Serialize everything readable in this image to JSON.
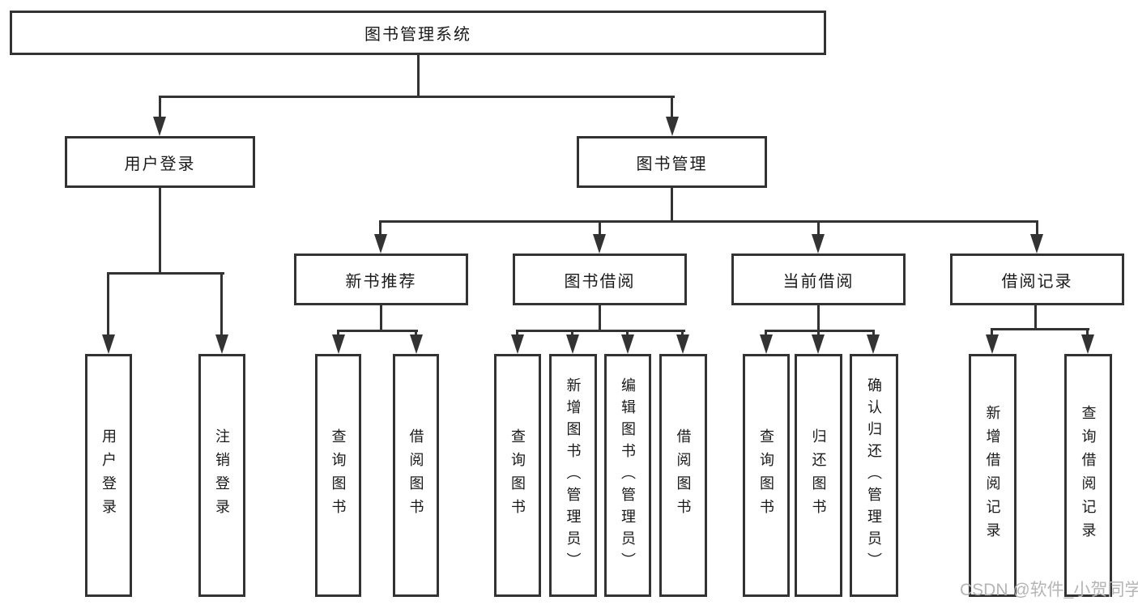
{
  "tree": {
    "root": {
      "label": "图书管理系统",
      "children": [
        {
          "label": "用户登录",
          "children": [
            {
              "label": "用户登录"
            },
            {
              "label": "注销登录"
            }
          ]
        },
        {
          "label": "图书管理",
          "children": [
            {
              "label": "新书推荐",
              "children": [
                {
                  "label": "查询图书"
                },
                {
                  "label": "借阅图书"
                }
              ]
            },
            {
              "label": "图书借阅",
              "children": [
                {
                  "label": "查询图书"
                },
                {
                  "label": "新增图书（管理员）"
                },
                {
                  "label": "编辑图书（管理员）"
                },
                {
                  "label": "借阅图书"
                }
              ]
            },
            {
              "label": "当前借阅",
              "children": [
                {
                  "label": "查询图书"
                },
                {
                  "label": "归还图书"
                },
                {
                  "label": "确认归还（管理员）"
                }
              ]
            },
            {
              "label": "借阅记录",
              "children": [
                {
                  "label": "新增借阅记录"
                },
                {
                  "label": "查询借阅记录"
                }
              ]
            }
          ]
        }
      ]
    }
  },
  "watermark": "CSDN @软件_小贺同学",
  "colors": {
    "line": "#333333",
    "text": "#1a1a1a",
    "background": "#ffffff",
    "watermark": "#b5b5b5"
  }
}
